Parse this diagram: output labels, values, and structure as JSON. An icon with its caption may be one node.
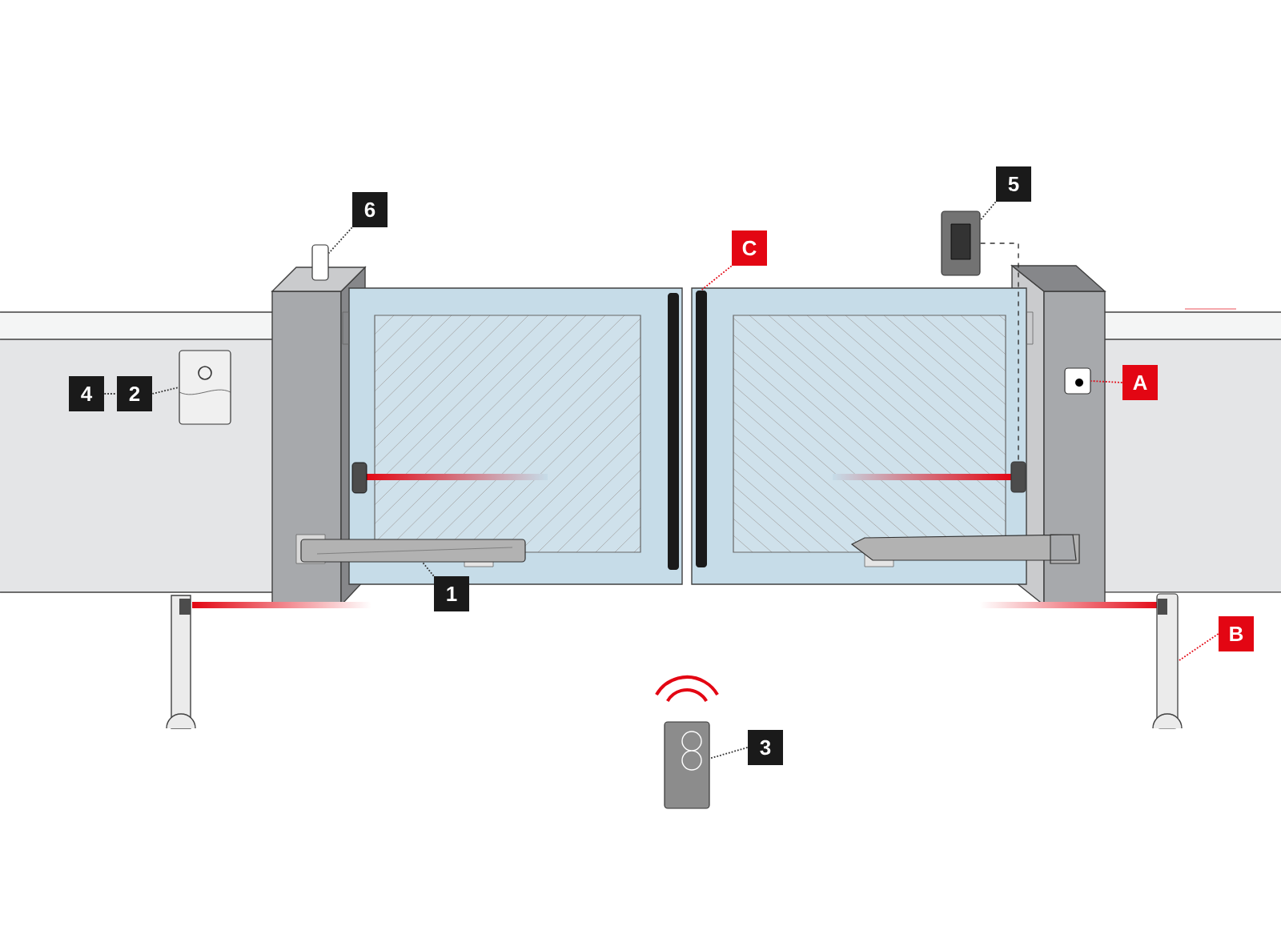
{
  "diagram": {
    "nodes": [
      {
        "text": [
          "6"
        ]
      },
      {
        "text": [],
        "shape": "box"
      },
      {
        "text": [
          "C"
        ]
      },
      {
        "text": [],
        "shape": "bar"
      },
      {
        "text": [
          "5"
        ]
      },
      {
        "text": [],
        "shape": "picture"
      },
      {
        "text": [
          "4"
        ]
      },
      {
        "text": [
          "2"
        ]
      },
      {
        "text": [],
        "shape": "picture"
      },
      {
        "text": [
          "A"
        ]
      },
      {
        "text": [],
        "shape": "picture"
      },
      {
        "text": [
          "1"
        ]
      },
      {
        "text": [],
        "shape": "picture"
      },
      {
        "text": [
          "B"
        ]
      },
      {
        "text": [],
        "shape": "picture"
      },
      {
        "text": [
          "3"
        ]
      },
      {
        "text": [],
        "shape": "picture"
      },
      {
        "text": [],
        "shape": "box"
      }
    ],
    "edges": [
      {
        "from": 0,
        "to": 1,
        "arrow": "none"
      },
      {
        "from": 2,
        "to": 3,
        "arrow": "none",
        "color": "#e30613"
      },
      {
        "from": 4,
        "to": 5,
        "arrow": "none"
      },
      {
        "from": 6,
        "to": 7,
        "arrow": "none"
      },
      {
        "from": 7,
        "to": 8,
        "arrow": "none"
      },
      {
        "from": 9,
        "to": 10,
        "arrow": "none",
        "color": "#e30613"
      },
      {
        "from": 11,
        "to": 12,
        "arrow": "none"
      },
      {
        "from": 13,
        "to": 14,
        "arrow": "none",
        "color": "#e30613"
      },
      {
        "from": 15,
        "to": 16,
        "arrow": "none"
      },
      {
        "from": 5,
        "to": 17,
        "arrow": "none",
        "style": "dashed"
      }
    ]
  }
}
